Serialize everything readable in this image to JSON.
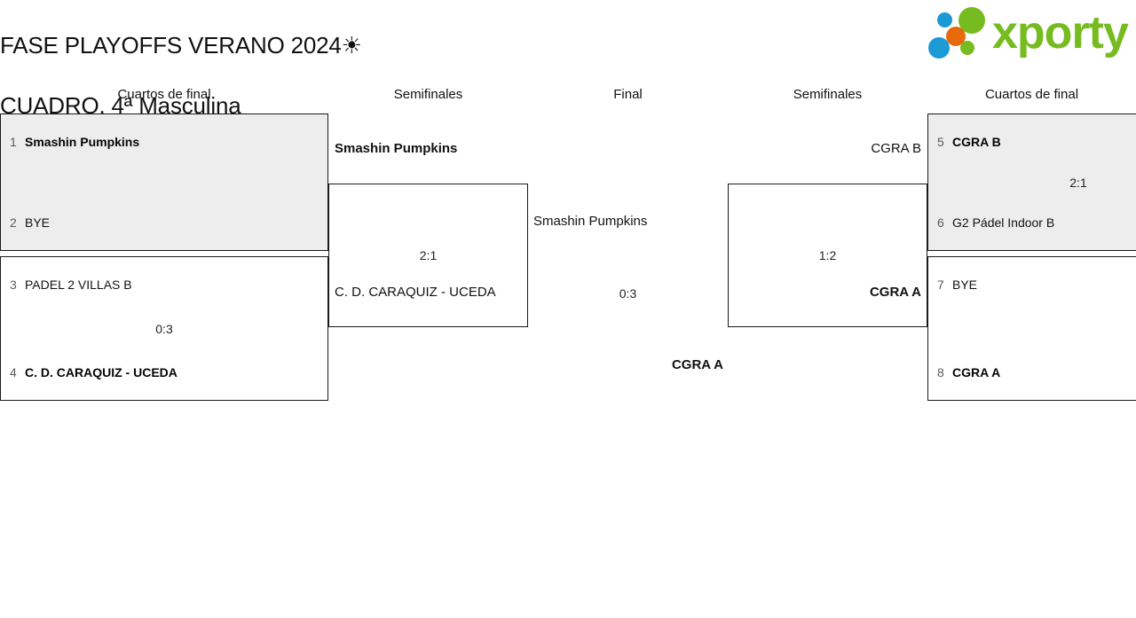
{
  "header": {
    "title_line1": "FASE PLAYOFFS VERANO 2024☀",
    "title_line2": "CUADRO. 4ª Masculina",
    "logo_text": "xporty",
    "logo_colors": {
      "green": "#76bc21",
      "blue": "#1b9ad6",
      "orange": "#e8690b"
    }
  },
  "rounds": [
    {
      "id": "qf-left",
      "label": "Cuartos de final"
    },
    {
      "id": "sf-left",
      "label": "Semifinales"
    },
    {
      "id": "final",
      "label": "Final"
    },
    {
      "id": "sf-right",
      "label": "Semifinales"
    },
    {
      "id": "qf-right",
      "label": "Cuartos de final"
    }
  ],
  "bracket": {
    "quarterfinals_left": [
      {
        "shaded": true,
        "top": {
          "seed": "1",
          "team": "Smashin Pumpkins",
          "winner": true
        },
        "bottom": {
          "seed": "2",
          "team": "BYE",
          "winner": false
        },
        "score": ""
      },
      {
        "shaded": false,
        "top": {
          "seed": "3",
          "team": "PADEL 2 VILLAS B",
          "winner": false
        },
        "bottom": {
          "seed": "4",
          "team": "C. D. CARAQUIZ - UCEDA",
          "winner": true
        },
        "score": "0:3"
      }
    ],
    "semifinal_left": {
      "advancer_top": {
        "team": "Smashin Pumpkins",
        "winner": true
      },
      "score": "2:1",
      "advancer_bottom": {
        "team": "C. D. CARAQUIZ - UCEDA",
        "winner": false
      }
    },
    "final": {
      "team_top": "Smashin Pumpkins",
      "score": "0:3",
      "team_bottom": "CGRA A",
      "champion": "CGRA A"
    },
    "semifinal_right": {
      "advancer_top": {
        "team": "CGRA B",
        "winner": false
      },
      "score": "1:2",
      "advancer_bottom": {
        "team": "CGRA A",
        "winner": true
      }
    },
    "quarterfinals_right": [
      {
        "shaded": true,
        "top": {
          "seed": "5",
          "team": "CGRA B",
          "winner": true
        },
        "bottom": {
          "seed": "6",
          "team": "G2 Pádel Indoor B",
          "winner": false
        },
        "score": "2:1"
      },
      {
        "shaded": false,
        "top": {
          "seed": "7",
          "team": "BYE",
          "winner": false
        },
        "bottom": {
          "seed": "8",
          "team": "CGRA A",
          "winner": true
        },
        "score": ""
      }
    ]
  }
}
